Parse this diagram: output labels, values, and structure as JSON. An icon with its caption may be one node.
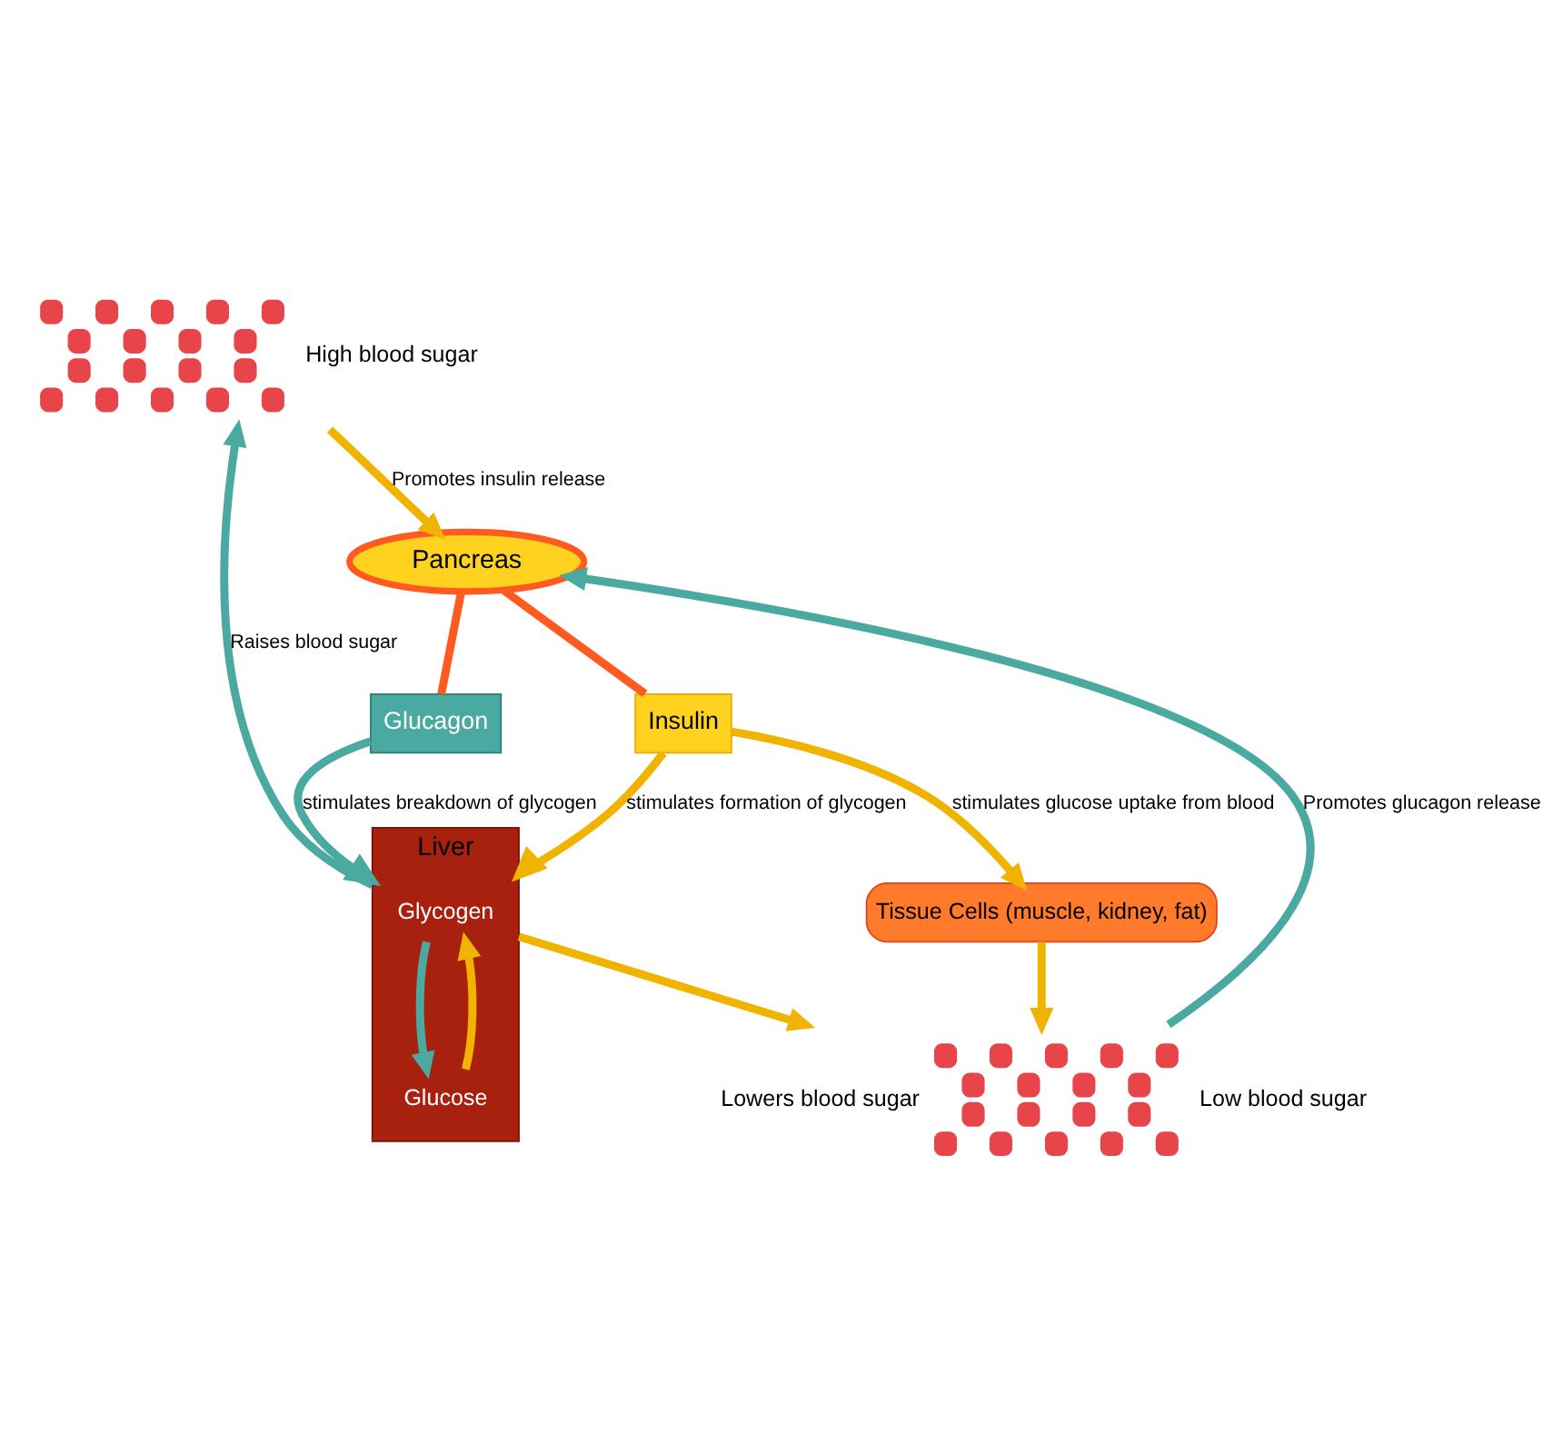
{
  "diagram": {
    "nodes": [
      {
        "text": [],
        "shape": "picture",
        "beside": [
          "High blood sugar"
        ]
      },
      {
        "text": [
          "Pancreas"
        ]
      },
      {
        "text": [
          "Glucagon"
        ]
      },
      {
        "text": [
          "Insulin"
        ]
      },
      {
        "text": [
          "Liver"
        ]
      },
      {
        "text": [
          "Glycogen"
        ],
        "in": 4
      },
      {
        "text": [
          "Glucose"
        ],
        "in": 4
      },
      {
        "text": [
          "Tissue Cells (muscle, kidney, fat)"
        ]
      },
      {
        "text": [],
        "shape": "picture",
        "beside": [
          "Lowers blood sugar",
          "Low blood sugar"
        ]
      }
    ],
    "edges": [
      {
        "from": 0,
        "to": 1,
        "arrow": "to",
        "label": "Promotes insulin release"
      },
      {
        "from": 1,
        "to": 2,
        "arrow": "none",
        "color": "#ff5a1f"
      },
      {
        "from": 1,
        "to": 3,
        "arrow": "none",
        "color": "#ff5a1f"
      },
      {
        "from": 2,
        "to": 4,
        "arrow": "to",
        "label": "stimulates breakdown of glycogen",
        "color": "#4aa9a0"
      },
      {
        "from": 3,
        "to": 4,
        "arrow": "to",
        "label": "stimulates formation of glycogen"
      },
      {
        "from": 3,
        "to": 7,
        "arrow": "to",
        "label": "stimulates glucose uptake from blood"
      },
      {
        "from": 5,
        "to": 6,
        "arrow": "to",
        "color": "#4aa9a0"
      },
      {
        "from": 6,
        "to": 5,
        "arrow": "to"
      },
      {
        "from": 4,
        "to": 0,
        "arrow": "to",
        "label": "Raises blood sugar",
        "color": "#4aa9a0"
      },
      {
        "from": 4,
        "to": 8,
        "arrow": "to"
      },
      {
        "from": 7,
        "to": 8,
        "arrow": "to"
      },
      {
        "from": 8,
        "to": 1,
        "arrow": "to",
        "label": "Promotes glucagon release",
        "color": "#4aa9a0"
      }
    ]
  }
}
